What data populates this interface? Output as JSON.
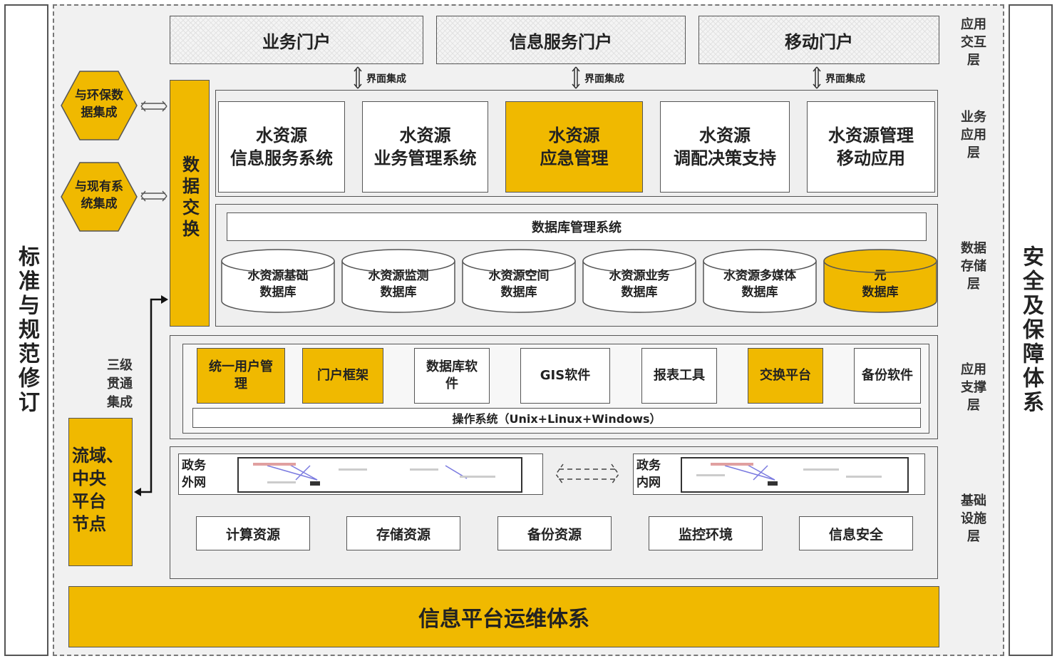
{
  "left_pillar": "标准与规范修订",
  "right_pillar": "安全及保障体系",
  "portals": [
    "业务门户",
    "信息服务门户",
    "移动门户"
  ],
  "interface_integration": "界面集成",
  "layers": {
    "interaction": "应用\n交互\n层",
    "business": "业务\n应用\n层",
    "storage": "数据\n存储\n层",
    "support": "应用\n支撑\n层",
    "infrastructure": "基础\n设施\n层"
  },
  "hexagons": [
    "与环保数\n据集成",
    "与现有系\n统集成"
  ],
  "data_exchange": "数据交换",
  "three_level": "三级\n贯通\n集成",
  "basin_node": "流域、\n中央\n平台\n节点",
  "apps": [
    {
      "label": "水资源\n信息服务系统",
      "highlight": false
    },
    {
      "label": "水资源\n业务管理系统",
      "highlight": false
    },
    {
      "label": "水资源\n应急管理",
      "highlight": true
    },
    {
      "label": "水资源\n调配决策支持",
      "highlight": false
    },
    {
      "label": "水资源管理\n移动应用",
      "highlight": false
    }
  ],
  "dbms": "数据库管理系统",
  "databases": [
    {
      "label": "水资源基础\n数据库",
      "highlight": false
    },
    {
      "label": "水资源监测\n数据库",
      "highlight": false
    },
    {
      "label": "水资源空间\n数据库",
      "highlight": false
    },
    {
      "label": "水资源业务\n数据库",
      "highlight": false
    },
    {
      "label": "水资源多媒体\n数据库",
      "highlight": false
    },
    {
      "label": "元\n数据库",
      "highlight": true
    }
  ],
  "support_items": [
    {
      "label": "统一用户管\n理",
      "highlight": true
    },
    {
      "label": "门户框架",
      "highlight": true
    },
    {
      "label": "数据库软\n件",
      "highlight": false
    },
    {
      "label": "GIS软件",
      "highlight": false
    },
    {
      "label": "报表工具",
      "highlight": false
    },
    {
      "label": "交换平台",
      "highlight": true
    },
    {
      "label": "备份软件",
      "highlight": false
    }
  ],
  "os": "操作系统（Unix+Linux+Windows）",
  "networks": {
    "external": "政务\n外网",
    "internal": "政务\n内网"
  },
  "resources": [
    "计算资源",
    "存储资源",
    "备份资源",
    "监控环境",
    "信息安全"
  ],
  "ops_system": "信息平台运维体系",
  "colors": {
    "accent": "#f0b900",
    "panel": "#efefef",
    "border": "#555555"
  }
}
